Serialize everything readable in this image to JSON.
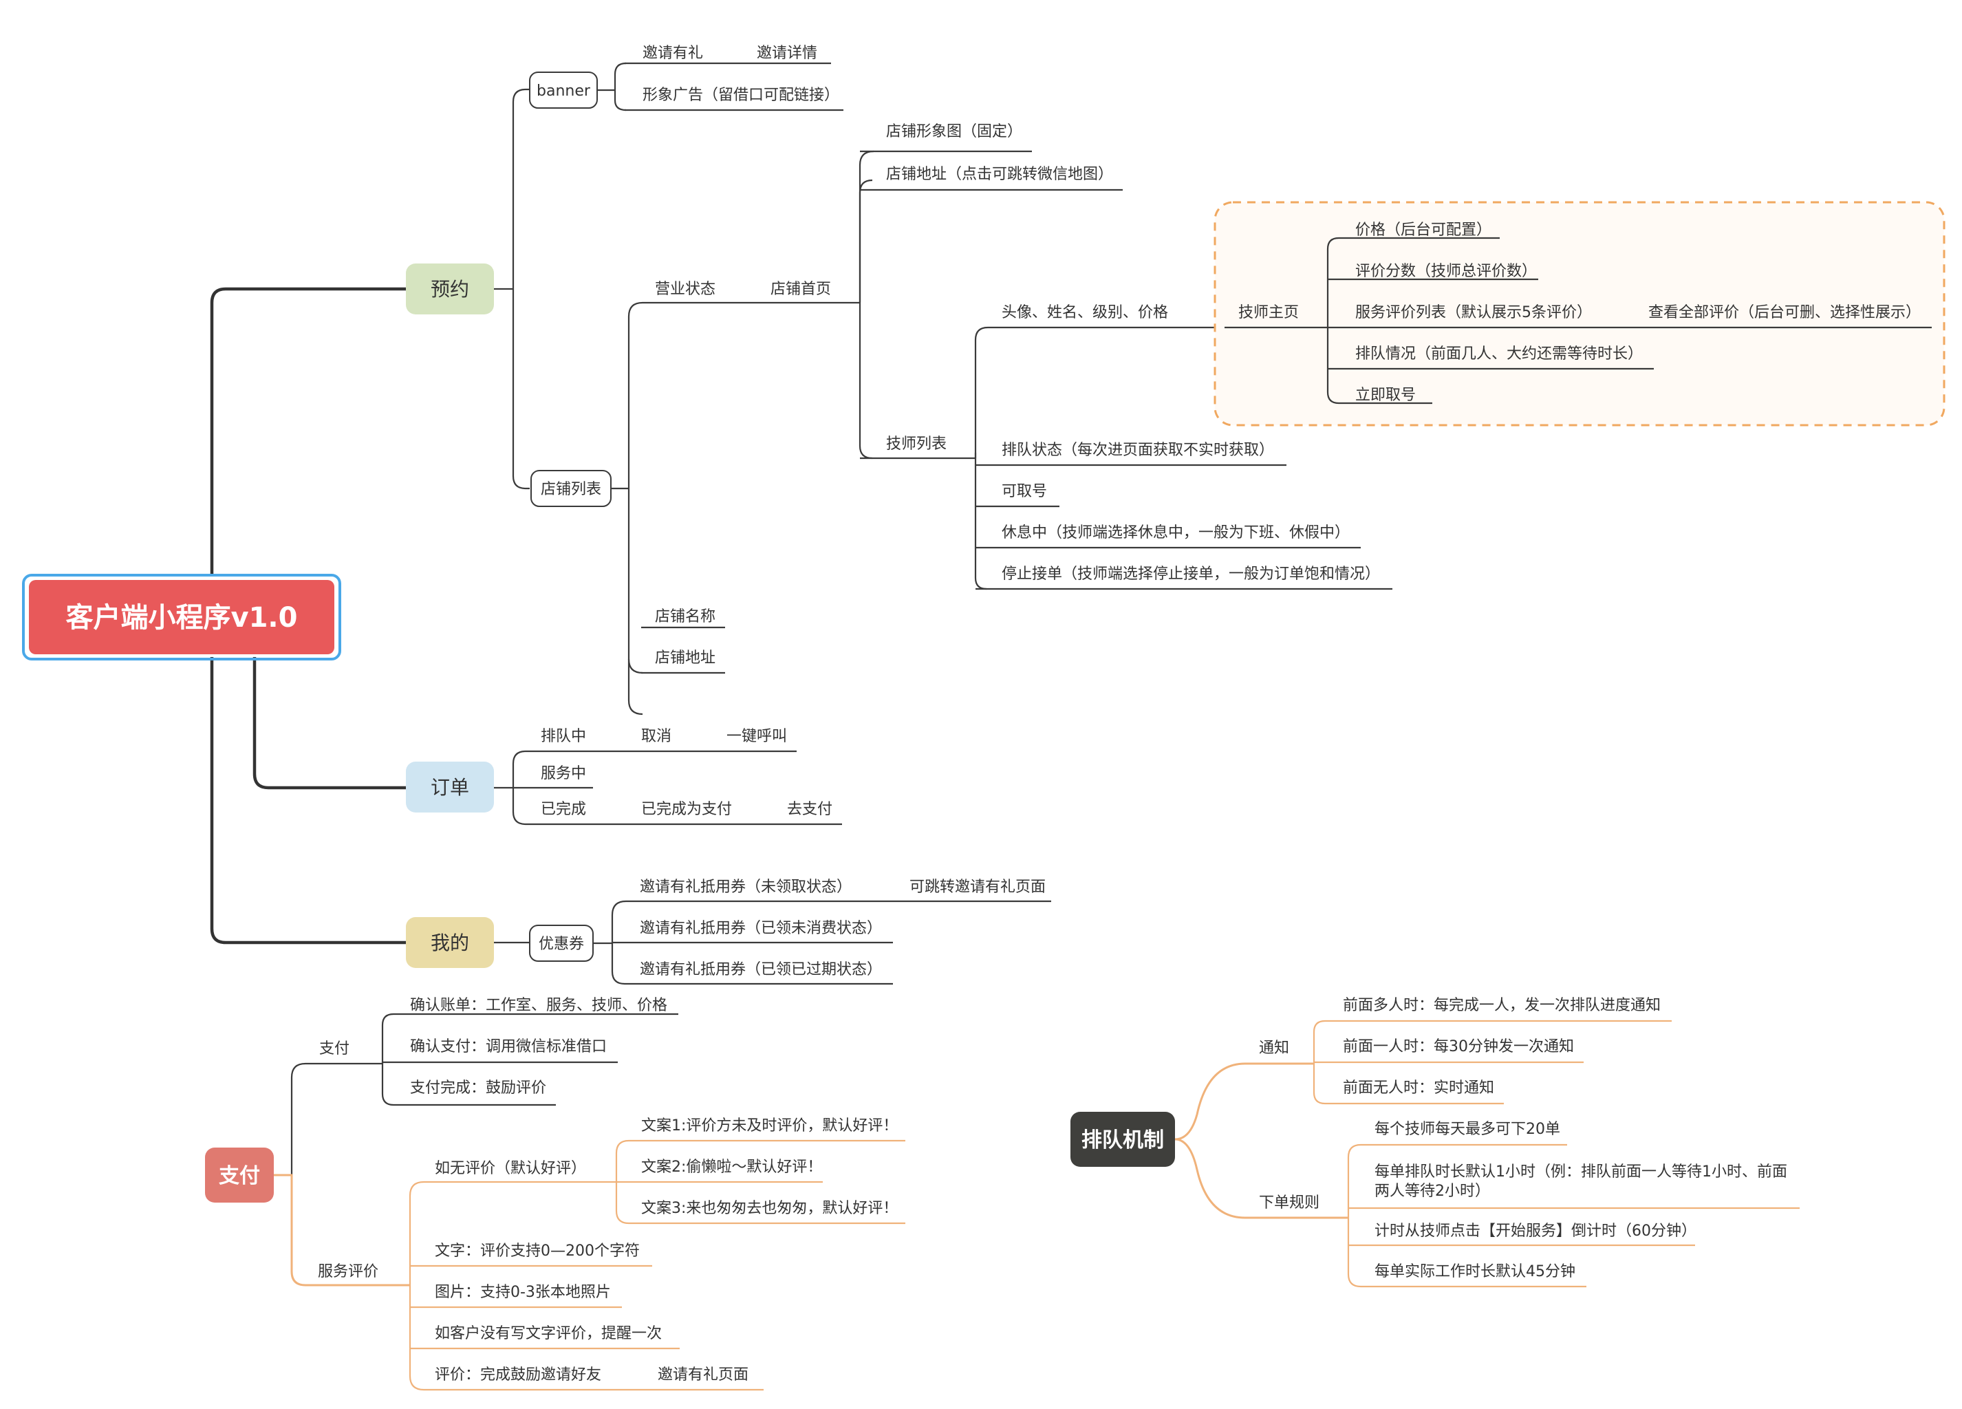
{
  "central": {
    "title": "客户端小程序v1.0",
    "color": "#e8595a",
    "border": "#4aa8e8"
  },
  "branches": {
    "yuyue": {
      "label": "预约",
      "color": "#d6e4c0"
    },
    "dingdan": {
      "label": "订单",
      "color": "#cfe5f2"
    },
    "wode": {
      "label": "我的",
      "color": "#eadca6"
    }
  },
  "banner": {
    "label": "banner",
    "invite": "邀请有礼",
    "invite_detail": "邀请详情",
    "ad": "形象广告（留借口可配链接）"
  },
  "shop_list": {
    "label": "店铺列表",
    "status": "营业状态",
    "home": "店铺首页",
    "image": "店铺形象图（固定）",
    "address_map": "店铺地址（点击可跳转微信地图）",
    "tech_list": "技师列表",
    "avatar": "头像、姓名、级别、价格",
    "tech_home": "技师主页",
    "price": "价格（后台可配置）",
    "rating": "评价分数（技师总评价数）",
    "review_list": "服务评价列表（默认展示5条评价）",
    "view_all": "查看全部评价（后台可删、选择性展示）",
    "queue_info": "排队情况（前面几人、大约还需等待时长）",
    "take_number": "立即取号",
    "queue_status": "排队状态（每次进页面获取不实时获取）",
    "available": "可取号",
    "resting": "休息中（技师端选择休息中，一般为下班、休假中）",
    "stopped": "停止接单（技师端选择停止接单，一般为订单饱和情况）",
    "name": "店铺名称",
    "address": "店铺地址"
  },
  "orders": {
    "queuing": "排队中",
    "cancel": "取消",
    "call": "一键呼叫",
    "serving": "服务中",
    "done": "已完成",
    "done_unpaid": "已完成为支付",
    "pay": "去支付"
  },
  "mine": {
    "coupons": "优惠券",
    "c1": "邀请有礼抵用券（未领取状态）",
    "c1_jump": "可跳转邀请有礼页面",
    "c2": "邀请有礼抵用券（已领未消费状态）",
    "c3": "邀请有礼抵用券（已领已过期状态）"
  },
  "payment": {
    "title": "支付",
    "color": "#e07a70",
    "pay": "支付",
    "confirm_bill": "确认账单：工作室、服务、技师、价格",
    "confirm_pay": "确认支付：调用微信标准借口",
    "pay_done": "支付完成：鼓励评价",
    "review": "服务评价",
    "no_review": "如无评价（默认好评）",
    "copy1": "文案1:评价方未及时评价，默认好评！",
    "copy2": "文案2:偷懒啦～默认好评！",
    "copy3": "文案3:来也匆匆去也匆匆，默认好评！",
    "text_rule": "文字：评价支持0—200个字符",
    "image_rule": "图片：支持0-3张本地照片",
    "remind": "如客户没有写文字评价，提醒一次",
    "invite": "评价：完成鼓励邀请好友",
    "invite_page": "邀请有礼页面"
  },
  "queue_mechanism": {
    "title": "排队机制",
    "color": "#3f3f3c",
    "notify": "通知",
    "n1": "前面多人时：每完成一人，发一次排队进度通知",
    "n2": "前面一人时：每30分钟发一次通知",
    "n3": "前面无人时：实时通知",
    "rules": "下单规则",
    "r1": "每个技师每天最多可下20单",
    "r2a": "每单排队时长默认1小时（例：排队前面一人等待1小时、前面",
    "r2b": "两人等待2小时）",
    "r3": "计时从技师点击【开始服务】倒计时（60分钟）",
    "r4": "每单实际工作时长默认45分钟"
  },
  "colors": {
    "line": "#3a3a3a",
    "orange_line": "#f0b27a",
    "dashed_box": "#f0a860"
  }
}
